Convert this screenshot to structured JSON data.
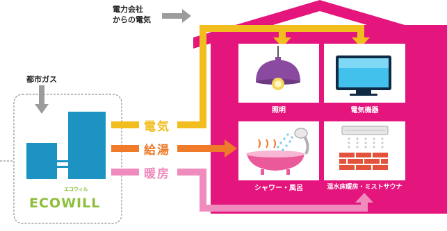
{
  "notes": {
    "power_company": [
      "電力会社",
      "からの電気"
    ],
    "city_gas": "都市ガス"
  },
  "flows": {
    "electricity": "電気",
    "hot_water": "給湯",
    "heating": "暖房"
  },
  "rooms": {
    "lighting": "照明",
    "appliances": "電気機器",
    "bath": "シャワー・風呂",
    "floor_heating": "温水床暖房・ミストサウナ"
  },
  "logo": {
    "main": "ECOWILL",
    "kana": "エコウィル"
  },
  "colors": {
    "house": "#e4157d",
    "electricity": "#f2bd1e",
    "hot_water": "#ee7a2a",
    "heating": "#ef8bbd",
    "unit": "#1d93c4",
    "gas_arrow": "#9c9c9c",
    "logo": "#8cbe3a"
  }
}
